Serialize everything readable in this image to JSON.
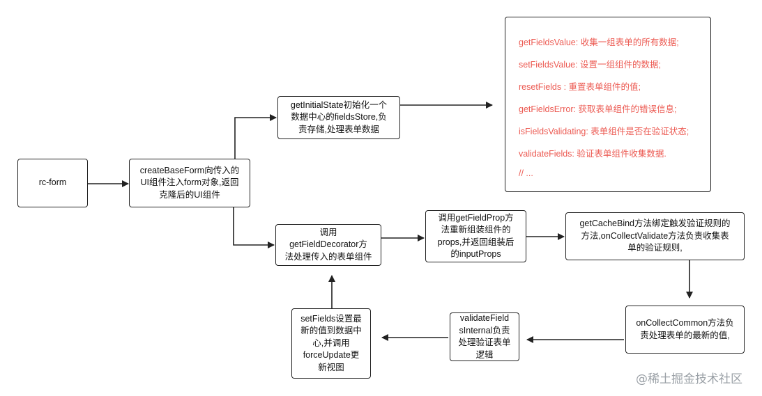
{
  "nodes": {
    "rc_form": "rc-form",
    "create_base_form": "createBaseForm向传入的\nUI组件注入form对象,返回\n克隆后的UI组件",
    "get_initial_state": "getInitialState初始化一个\n数据中心的fieldsStore,负\n责存储,处理表单数据",
    "get_field_decorator": "调用\ngetFieldDecorator方\n法处理传入的表单组件",
    "get_field_prop": "调用getFieldProp方\n法重新组装组件的\nprops,并返回组装后\n的inputProps",
    "get_cache_bind": "getCacheBind方法绑定触发验证规则的\n方法,onCollectValidate方法负责收集表\n单的验证规则,",
    "on_collect_common": "onCollectCommon方法负\n责处理表单的最新的值,",
    "validate_fields_internal": "validateField\nsInternal负责\n处理验证表单\n逻辑",
    "set_fields": "setFields设置最\n新的值到数据中\n心,并调用\nforceUpdate更\n新视图"
  },
  "methods": [
    "getFieldsValue: 收集一组表单的所有数据;",
    "setFieldsValue: 设置一组组件的数据;",
    "resetFields : 重置表单组件的值;",
    "getFieldsError: 获取表单组件的错误信息;",
    "isFieldsValidating: 表单组件是否在验证状态;",
    "validateFields: 验证表单组件收集数据.",
    "// ..."
  ],
  "colors": {
    "method_text": "#ec5a52",
    "border": "#222222",
    "watermark": "#9aa0a6"
  },
  "watermark": "@稀土掘金技术社区"
}
